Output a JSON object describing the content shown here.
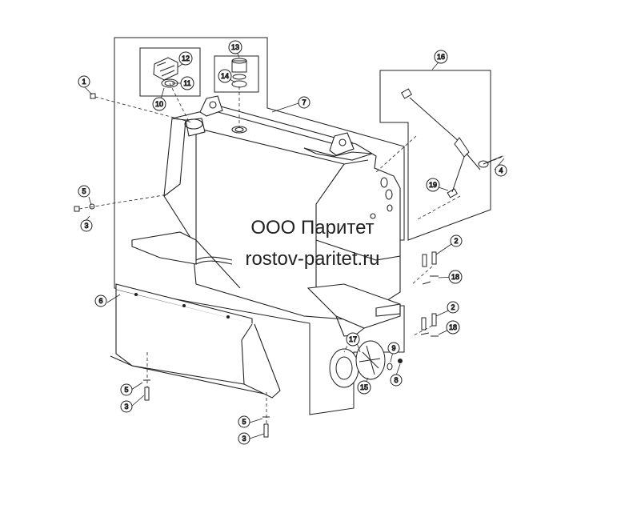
{
  "watermark": {
    "company": "ООО Паритет",
    "website": "rostov-paritet.ru"
  },
  "callouts": {
    "c1": "1",
    "c2a": "2",
    "c2b": "2",
    "c3a": "3",
    "c3b": "3",
    "c3c": "3",
    "c4": "4",
    "c5a": "5",
    "c5b": "5",
    "c5c": "5",
    "c6": "6",
    "c7": "7",
    "c8": "8",
    "c9": "9",
    "c10": "10",
    "c11": "11",
    "c12": "12",
    "c13": "13",
    "c14": "14",
    "c15": "15",
    "c16": "16",
    "c17": "17",
    "c18a": "18",
    "c18b": "18",
    "c19": "19"
  }
}
